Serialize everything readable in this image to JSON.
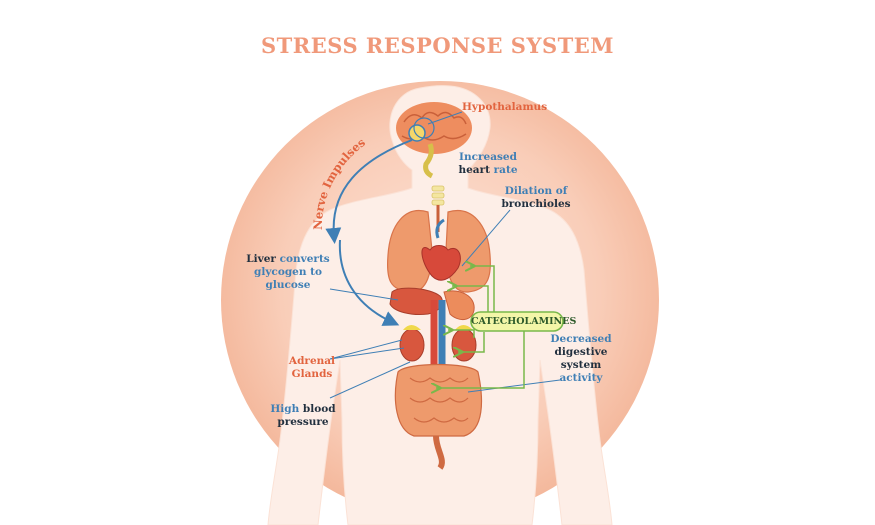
{
  "title": "STRESS RESPONSE SYSTEM",
  "labels": {
    "hypothalamus": "Hypothalamus",
    "nerve_impulses": "Nerve Impulses",
    "heart_rate": {
      "a": "Increased",
      "b": "heart",
      "c": "rate"
    },
    "bronchioles": {
      "a": "Dilation of",
      "b": "bronchioles"
    },
    "liver": {
      "a": "Liver",
      "b": "converts",
      "c": "glycogen to",
      "d": "glucose"
    },
    "catecholamines": "CATECHOLAMINES",
    "adrenal": {
      "a": "Adrenal",
      "b": "Glands"
    },
    "digestive": {
      "a": "Decreased",
      "b": "digestive",
      "c": "system",
      "d": "activity"
    },
    "blood_pressure": {
      "a": "High",
      "b": "blood",
      "c": "pressure"
    }
  },
  "colors": {
    "title": "#f0997a",
    "accent_red": "#e2643f",
    "accent_blue": "#3f7fb5",
    "dark_text": "#22303f",
    "arrow_green": "#79b84a",
    "circle": "#f7c8b3",
    "body": "#fdece4",
    "organ": "#e58b5c",
    "organ_dark": "#c9603a",
    "capsule_fill": "#f3f6a8"
  }
}
